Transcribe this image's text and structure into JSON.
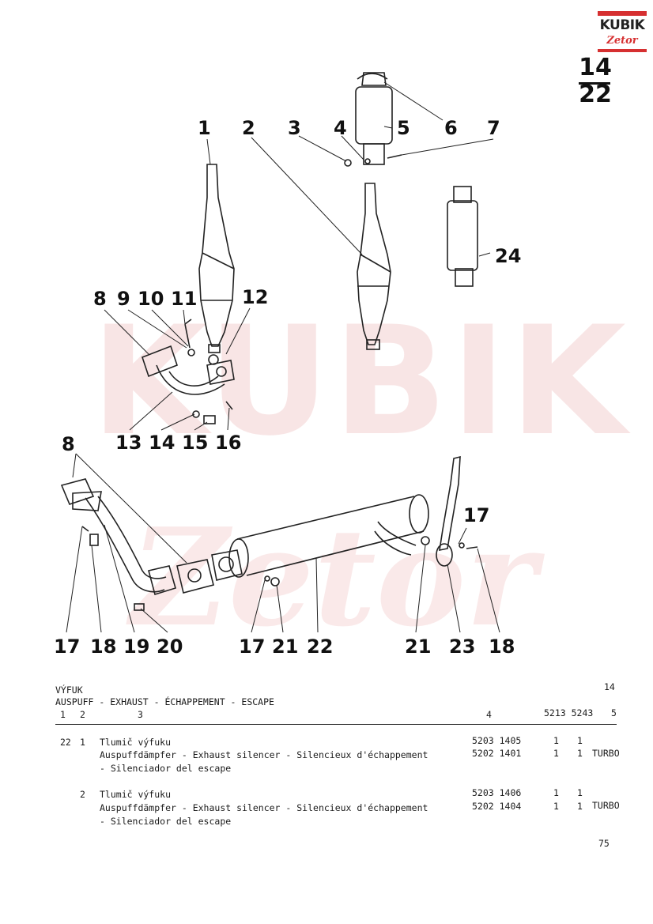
{
  "logo": {
    "word": "KUBIK",
    "brand": "Zetor",
    "accent": "#d63031"
  },
  "page_ref": {
    "group": "14",
    "figure": "22"
  },
  "watermark": {
    "word": "KUBIK",
    "brand": "Zetor",
    "color": "#f2c6c6"
  },
  "callouts": [
    "1",
    "2",
    "3",
    "4",
    "5",
    "6",
    "7",
    "8",
    "9",
    "10",
    "11",
    "12",
    "13",
    "14",
    "15",
    "16",
    "17",
    "18",
    "19",
    "20",
    "21",
    "22",
    "23",
    "24"
  ],
  "callouts_lower": {
    "a17": "17",
    "a18": "18",
    "a19": "19",
    "a20": "20",
    "b17": "17",
    "b21": "21",
    "b22": "22",
    "c21": "21",
    "c23": "23",
    "c18": "18",
    "c8": "8",
    "c17": "17"
  },
  "header": {
    "group_cz": "VÝFUK",
    "group_number": "14",
    "group_multi": "AUSPUFF - EXHAUST - ÉCHAPPEMENT - ESCAPE",
    "columns": {
      "c1": "1",
      "c2": "2",
      "c3": "3",
      "c4": "4",
      "models": "5213 5243",
      "c5": "5"
    }
  },
  "rows": [
    {
      "fig": "22",
      "pos": "1",
      "desc": "Tlumič výfuku",
      "part": "5203 1405",
      "q1": "1",
      "q2": "1",
      "note": ""
    },
    {
      "fig": "",
      "pos": "",
      "desc": "Auspuffdämpfer - Exhaust silencer - Silencieux d'échappement",
      "part": "5202 1401",
      "q1": "1",
      "q2": "1",
      "note": "TURBO"
    },
    {
      "fig": "",
      "pos": "",
      "desc": "- Silenciador del escape",
      "part": "",
      "q1": "",
      "q2": "",
      "note": ""
    },
    {
      "fig": "",
      "pos": "2",
      "desc": "Tlumič výfuku",
      "part": "5203 1406",
      "q1": "1",
      "q2": "1",
      "note": ""
    },
    {
      "fig": "",
      "pos": "",
      "desc": "Auspuffdämpfer - Exhaust silencer - Silencieux d'échappement",
      "part": "5202 1404",
      "q1": "1",
      "q2": "1",
      "note": "TURBO"
    },
    {
      "fig": "",
      "pos": "",
      "desc": "- Silenciador del escape",
      "part": "",
      "q1": "",
      "q2": "",
      "note": ""
    }
  ],
  "page_number": "75"
}
